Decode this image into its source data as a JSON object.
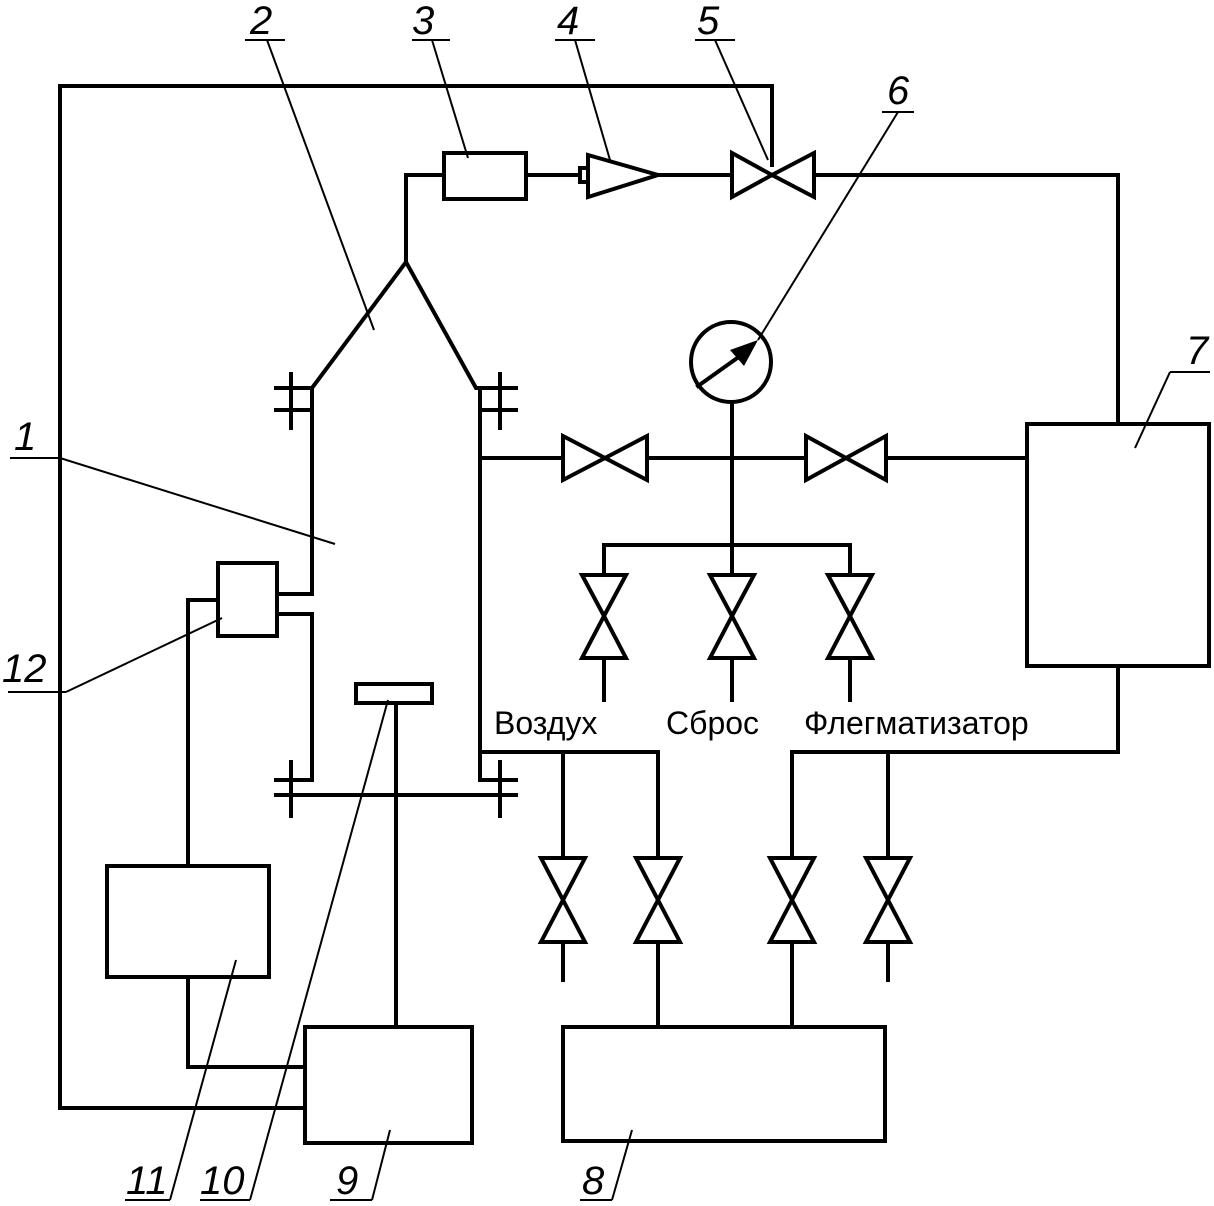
{
  "labels": {
    "air": "Воздух",
    "discharge": "Сброс",
    "phlegmatizer": "Флегматизатор"
  },
  "callouts": {
    "c1": "1",
    "c2": "2",
    "c3": "3",
    "c4": "4",
    "c5": "5",
    "c6": "6",
    "c7": "7",
    "c8": "8",
    "c9": "9",
    "c10": "10",
    "c11": "11",
    "c12": "12"
  }
}
